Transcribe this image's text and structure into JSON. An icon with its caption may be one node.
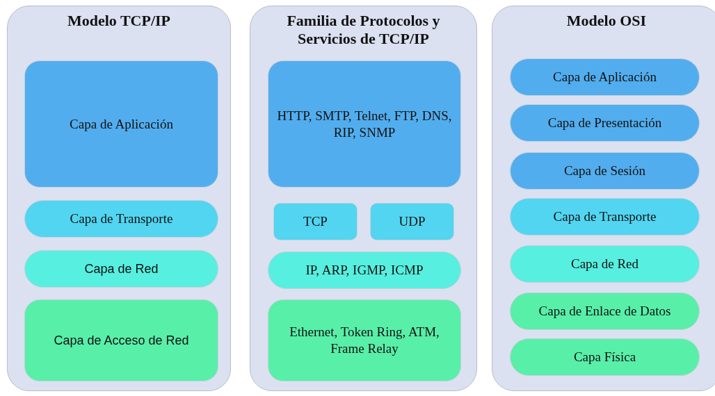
{
  "diagram": {
    "nodes": [
      {
        "text": [
          "Modelo TCP/IP"
        ]
      },
      {
        "text": [
          "Capa de Aplicación"
        ],
        "in": 0
      },
      {
        "text": [
          "Capa de Transporte"
        ],
        "in": 0
      },
      {
        "text": [
          "Capa de Red"
        ],
        "in": 0
      },
      {
        "text": [
          "Capa de Acceso de Red"
        ],
        "in": 0
      },
      {
        "text": [
          "Familia de Protocolos y Servicios de TCP/IP"
        ]
      },
      {
        "text": [
          "HTTP, SMTP, Telnet, FTP, DNS, RIP, SNMP"
        ],
        "in": 5
      },
      {
        "text": [
          "TCP"
        ],
        "in": 5
      },
      {
        "text": [
          "UDP"
        ],
        "in": 5
      },
      {
        "text": [
          "IP, ARP, IGMP, ICMP"
        ],
        "in": 5
      },
      {
        "text": [
          "Ethernet, Token Ring, ATM, Frame Relay"
        ],
        "in": 5
      },
      {
        "text": [
          "Modelo OSI"
        ]
      },
      {
        "text": [
          "Capa de Aplicación"
        ],
        "in": 11
      },
      {
        "text": [
          "Capa de Presentación"
        ],
        "in": 11
      },
      {
        "text": [
          "Capa de Sesión"
        ],
        "in": 11
      },
      {
        "text": [
          "Capa de Transporte"
        ],
        "in": 11
      },
      {
        "text": [
          "Capa de Red"
        ],
        "in": 11
      },
      {
        "text": [
          "Capa de Enlace de Datos"
        ],
        "in": 11
      },
      {
        "text": [
          "Capa Física"
        ],
        "in": 11
      }
    ]
  }
}
